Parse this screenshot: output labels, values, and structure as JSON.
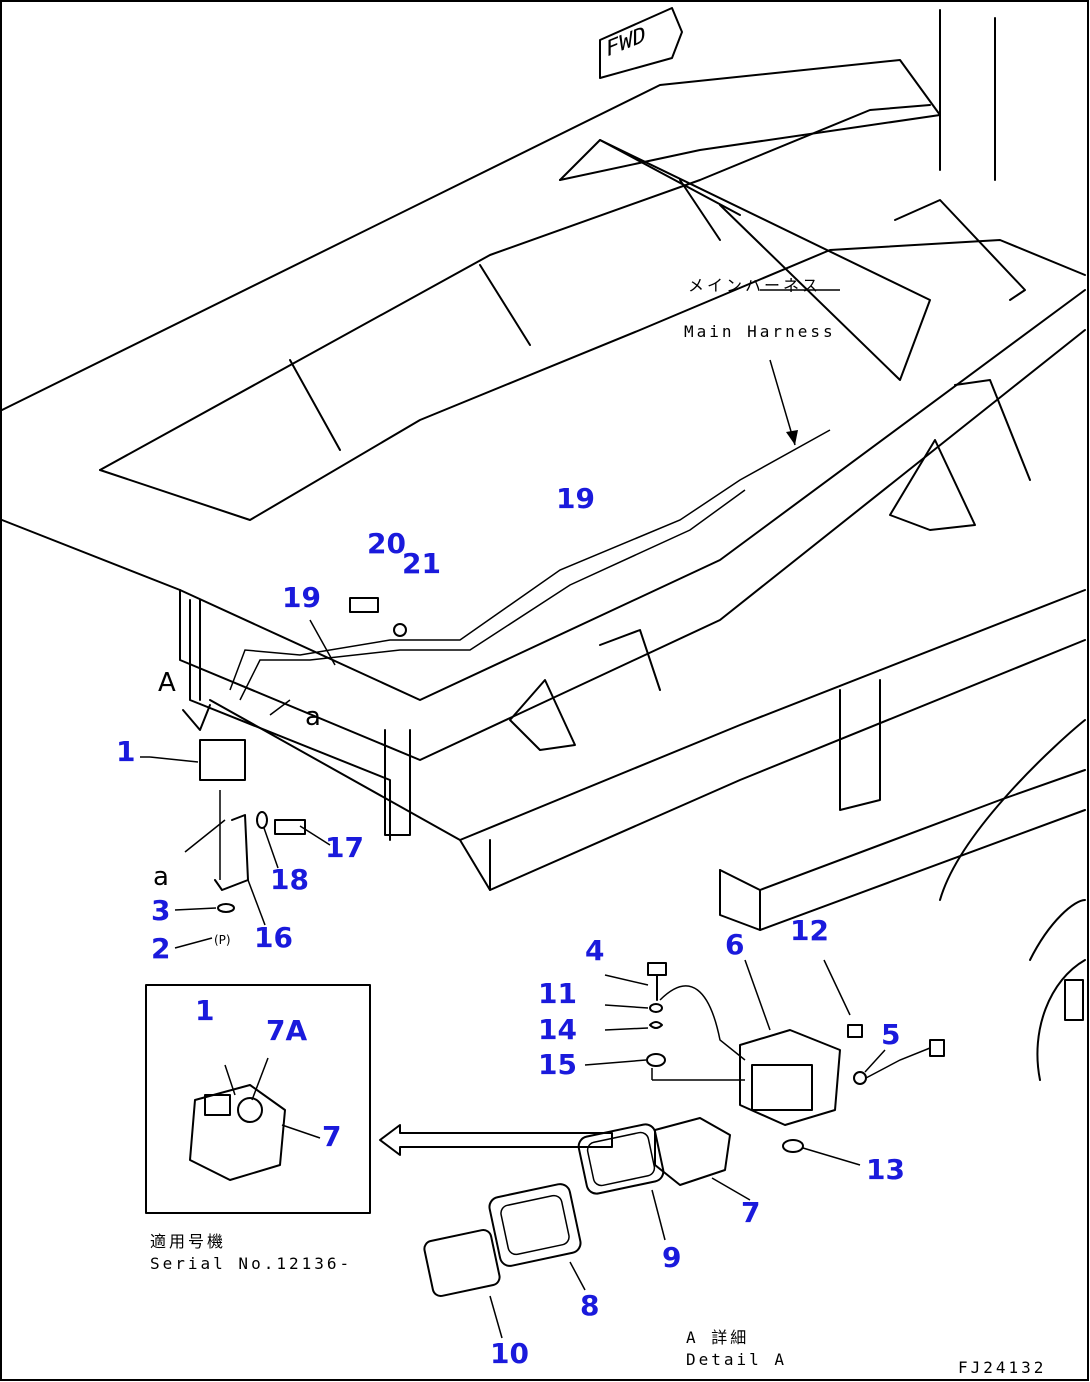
{
  "direction_marker": "FWD",
  "harness_label_jp": "メインハーネス",
  "harness_label_en": "Main Harness",
  "view_marker": "A",
  "section_marker_left": "a",
  "section_marker_right": "a",
  "serial_label_jp": "適用号機",
  "serial_label_en": "Serial No.12136-",
  "detail_label_jp": "A 詳細",
  "detail_label_en": "Detail A",
  "drawing_code": "FJ24132",
  "callouts": {
    "c1_main": "1",
    "c2": "2",
    "c3": "3",
    "c4": "4",
    "c5": "5",
    "c6": "6",
    "c7_detail": "7",
    "c8": "8",
    "c9": "9",
    "c10": "10",
    "c11": "11",
    "c12": "12",
    "c13": "13",
    "c14": "14",
    "c15": "15",
    "c16": "16",
    "c17": "17",
    "c18": "18",
    "c19_top": "19",
    "c19_left": "19",
    "c20": "20",
    "c21": "21",
    "c1_inset": "1",
    "c7A_inset": "7A",
    "c7_inset": "7"
  }
}
